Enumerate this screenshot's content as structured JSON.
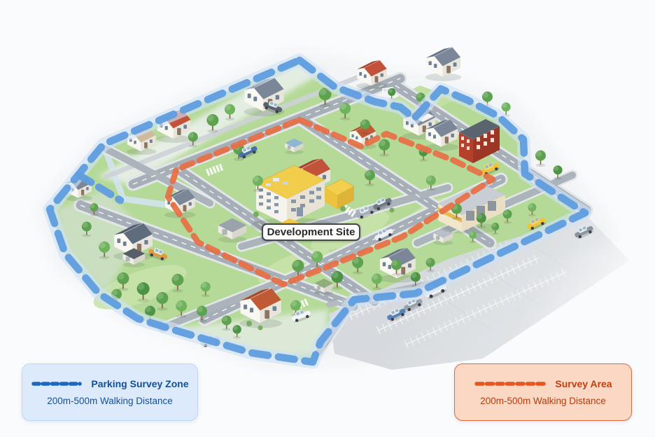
{
  "page": {
    "background": "#fafbfc"
  },
  "map": {
    "development_site_label": "Development Site",
    "parking_survey_zone": {
      "line_color": "#5f9ddf",
      "halo_color": "#cfe2f6",
      "style": "dashed"
    },
    "survey_area": {
      "line_color": "#e76f45",
      "style": "dashed"
    }
  },
  "legends": {
    "parking": {
      "title": "Parking Survey Zone",
      "subtitle": "200m-500m Walking Distance",
      "dash_color": "#1a66c2",
      "background": "#ddeafc",
      "border": "#bcd6f4",
      "text_color": "#134f95"
    },
    "survey": {
      "title": "Survey Area",
      "subtitle": "200m-500m Walking Distance",
      "dash_color": "#e4561f",
      "background": "#fbd8c3",
      "border": "#e0693c",
      "text_color": "#c03d0f"
    }
  }
}
